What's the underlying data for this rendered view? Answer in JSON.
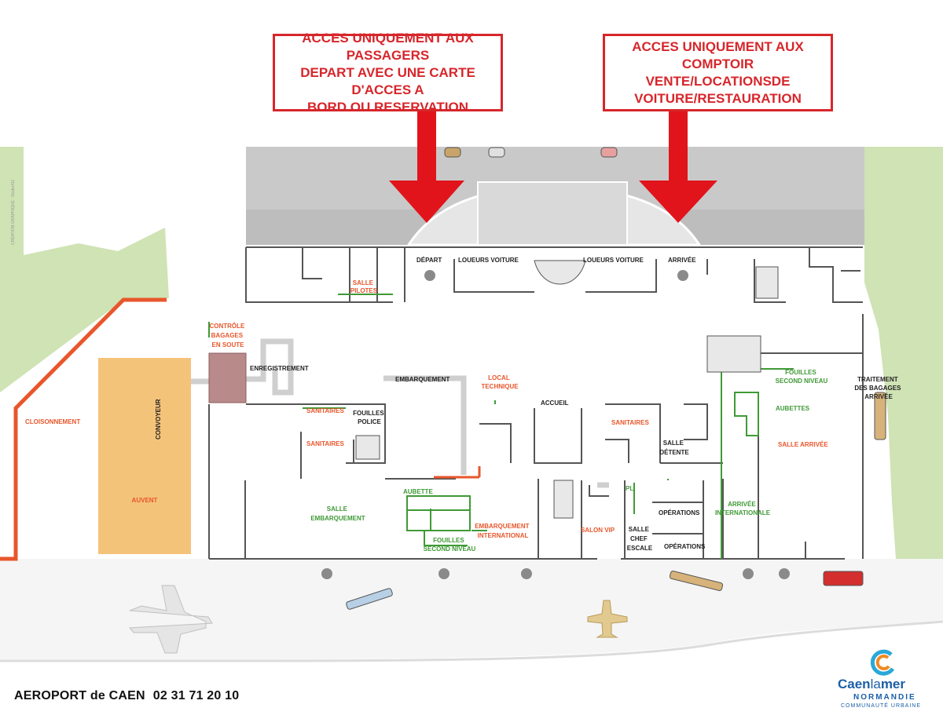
{
  "callouts": {
    "departure_access": [
      "ACCES UNIQUEMENT AUX PASSAGERS",
      "DEPART AVEC UNE CARTE D'ACCES A",
      "BORD OU RESERVATION"
    ],
    "arrival_access": [
      "ACCES UNIQUEMENT AUX COMPTOIR",
      "VENTE/LOCATIONSDE",
      "VOITURE/RESTAURATION"
    ]
  },
  "map_labels": {
    "depart": "DÉPART",
    "loueurs_1": "LOUEURS VOITURE",
    "loueurs_2": "LOUEURS VOITURE",
    "arrivee": "ARRIVÉE",
    "salle_pilotes": [
      "SALLE",
      "PILOTES"
    ],
    "controle_bagages": [
      "CONTRÔLE",
      "BAGAGES",
      "EN SOUTE"
    ],
    "enregistrement": "ENREGISTREMENT",
    "embarquement": "EMBARQUEMENT",
    "local_technique": [
      "LOCAL",
      "TECHNIQUE"
    ],
    "accueil": "ACCUEIL",
    "sanitaires_1": "SANITAIRES",
    "fouilles_police": [
      "FOUILLES",
      "POLICE"
    ],
    "sanitaires_2": "SANITAIRES",
    "sanitaires_3": "SANITAIRES",
    "salle_detente": [
      "SALLE",
      "DÉTENTE"
    ],
    "fouilles_second_niveau_1": [
      "FOUILLES",
      "SECOND NIVEAU"
    ],
    "aubettes": "AUBETTES",
    "salle_arrivee": "SALLE ARRIVÉE",
    "traitement_bagages": [
      "TRAITEMENT",
      "DES BAGAGES",
      "ARRIVÉE"
    ],
    "cloisonnement": "CLOISONNEMENT",
    "convoyeur": "CONVOYEUR",
    "auvent": "AUVENT",
    "salle_embarquement": [
      "SALLE",
      "EMBARQUEMENT"
    ],
    "aubette": "AUBETTE",
    "embarquement_international": [
      "EMBARQUEMENT",
      "INTERNATIONAL"
    ],
    "fouilles_second_niveau_2": [
      "FOUILLES",
      "SECOND NIVEAU"
    ],
    "salon_vip": "SALON VIP",
    "pl": "PL",
    "operations_1": "OPÉRATIONS",
    "salle_chef_escale": [
      "SALLE",
      "CHEF",
      "ESCALE"
    ],
    "operations_2": "OPÉRATIONS",
    "arrivee_internationale": [
      "ARRIVÉE",
      "INTERNATIONALE"
    ]
  },
  "footer": {
    "title": "AEROPORT de CAEN",
    "phone": "02 31 71 20 10"
  },
  "logo": {
    "brand_a": "Caen",
    "brand_b": "la",
    "brand_c": "mer",
    "line2": "NORMANDIE",
    "line3": "COMMUNAUTÉ URBAINE"
  },
  "credit": "CRÉATION GRAPHIQUE : Studio411",
  "colors": {
    "callout_red": "#d7262b",
    "arrow_red": "#e1141b",
    "label_orange": "#e8562b",
    "label_green": "#3f9a36",
    "grass": "#cfe3b4",
    "road": "#bdbdbd",
    "auvent": "#f4c37a",
    "brand_blue": "#1b5fa8"
  }
}
